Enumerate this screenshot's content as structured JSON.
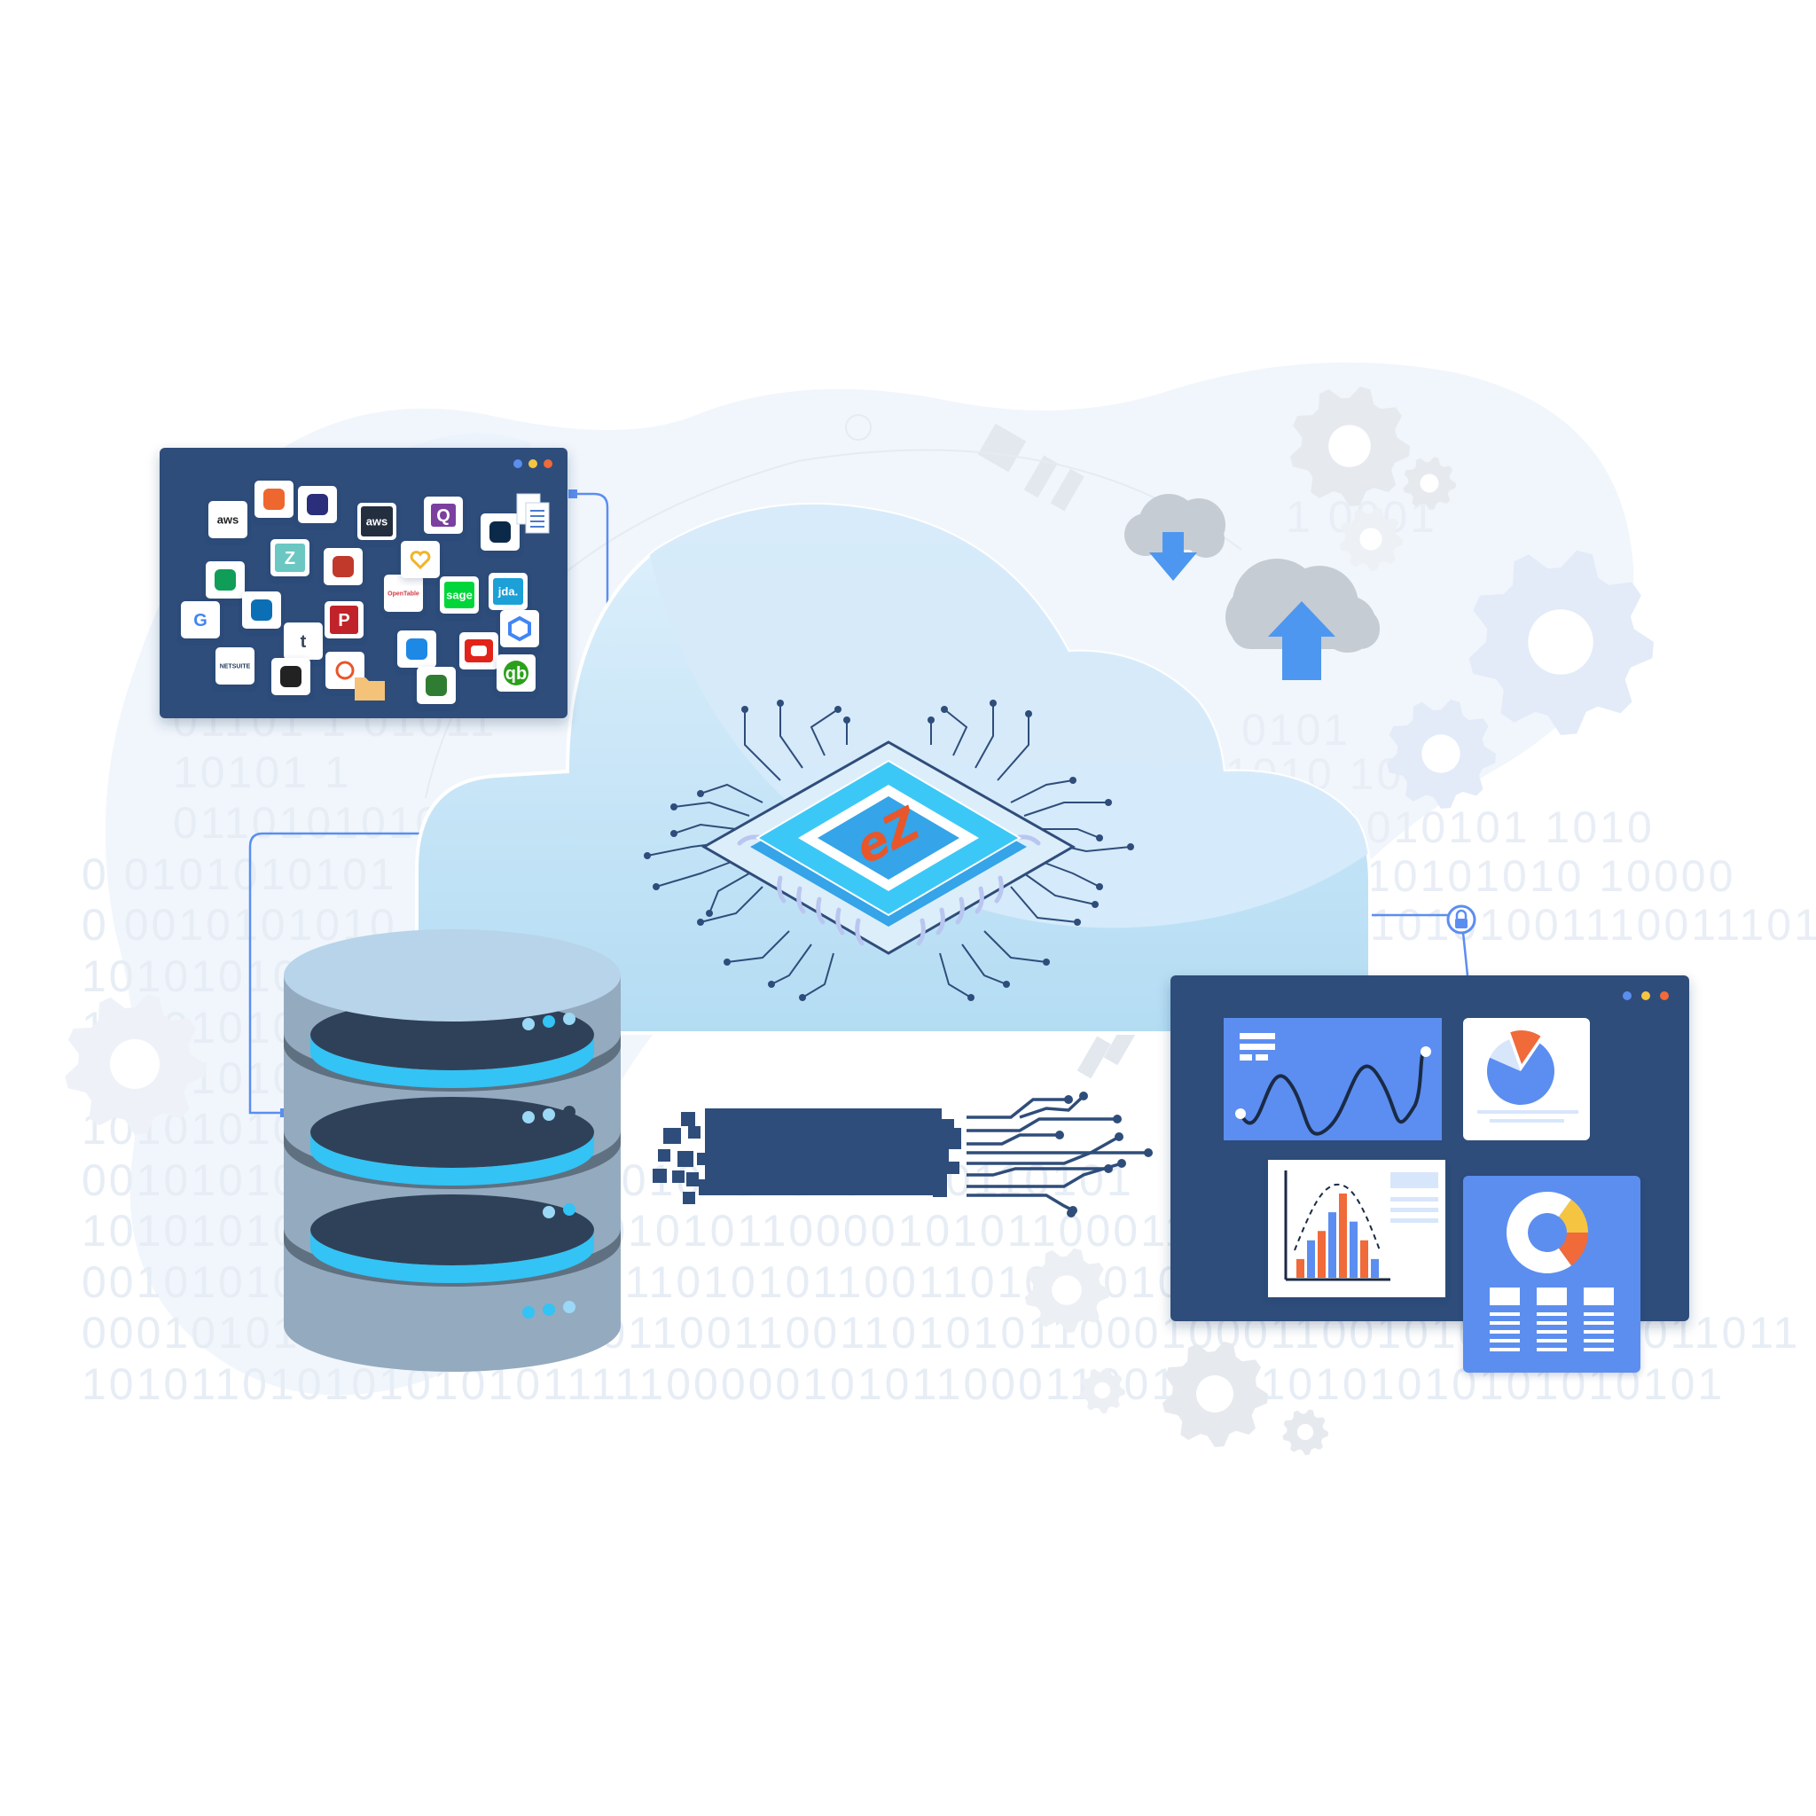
{
  "colors": {
    "panel": "#2f4d7a",
    "accent": "#5b8ef0",
    "cyan": "#33c3f5",
    "cloud": "#cfe6f7",
    "db_gray": "#94aabf",
    "chip_logo": "#e8562a",
    "orange": "#f06a3a",
    "yellow": "#f5c542"
  },
  "binary_rows": [
    "01101   1 01011",
    "10101   1",
    "0110101010101",
    "0 0101010101",
    "0 0010101010",
    "1010101010",
    "10101010101",
    "00101010101010",
    "10101010101010",
    "001010101010101100110101010101100110101",
    "101010101010101000001010110000101011000110",
    "0010101010101010110011010101100110101101010101",
    "0001010101010101010011001100110101011000100011001010101110011011",
    "1010110101010101011111000001010110001100101010101010101010101"
  ],
  "right_binary_rows": [
    "1 0001",
    "0101",
    "101010  1000",
    "1010101  1010",
    "10101010  10000",
    "10101001110011101"
  ],
  "chip": {
    "logo_text": "eZ",
    "logo_color": "#e8562a"
  },
  "cloud_icons": [
    "cloud-download-icon",
    "cloud-upload-icon"
  ],
  "gear_icons": [
    "gear-icon",
    "gear-icon",
    "gear-icon",
    "gear-icon",
    "gear-icon",
    "gear-icon",
    "gear-icon",
    "gear-icon"
  ],
  "source_window": {
    "window_dots": [
      "#5b8ef0",
      "#f5c542",
      "#f06a3a"
    ],
    "tiles": [
      {
        "icon": "aws-logo-icon",
        "text": "aws",
        "color": "#222222"
      },
      {
        "icon": "magento-logo-icon",
        "text": "",
        "color": "#ee672f"
      },
      {
        "icon": "analytics-logo-icon",
        "text": "",
        "color": "#2b2e7a"
      },
      {
        "icon": "aws-marketplace-logo-icon",
        "text": "aws",
        "color": "#232f3e"
      },
      {
        "icon": "qlik-logo-icon",
        "text": "Q",
        "color": "#7b3fa0"
      },
      {
        "icon": "dynamics-logo-icon",
        "text": "",
        "color": "#0b2a4a"
      },
      {
        "icon": "document-icon",
        "text": "",
        "color": "#4a7bd0"
      },
      {
        "icon": "zendesk-logo-icon",
        "text": "Z",
        "color": "#6ac7c2"
      },
      {
        "icon": "sql-logo-icon",
        "text": "",
        "color": "#c0392b"
      },
      {
        "icon": "opentable-logo-icon",
        "text": "OpenTable",
        "color": "#da3743"
      },
      {
        "icon": "heart-logo-icon",
        "text": "",
        "color": "#f0b429"
      },
      {
        "icon": "sage-logo-icon",
        "text": "sage",
        "color": "#00d639"
      },
      {
        "icon": "jda-logo-icon",
        "text": "jda.",
        "color": "#1ba0d8"
      },
      {
        "icon": "sheets-logo-icon",
        "text": "",
        "color": "#0f9d58"
      },
      {
        "icon": "sharepoint-logo-icon",
        "text": "",
        "color": "#0b6fb5"
      },
      {
        "icon": "google-logo-icon",
        "text": "G",
        "color": "#4285f4"
      },
      {
        "icon": "tumblr-logo-icon",
        "text": "t",
        "color": "#35465c"
      },
      {
        "icon": "pipedrive-logo-icon",
        "text": "P",
        "color": "#c0242a"
      },
      {
        "icon": "analytics-bars-logo-icon",
        "text": "",
        "color": "#1e88e5"
      },
      {
        "icon": "oracle-logo-icon",
        "text": "",
        "color": "#e2231a"
      },
      {
        "icon": "gcp-logo-icon",
        "text": "",
        "color": "#4285f4"
      },
      {
        "icon": "netsuite-logo-icon",
        "text": "NETSUITE",
        "color": "#1f3b5c"
      },
      {
        "icon": "mailchimp-logo-icon",
        "text": "",
        "color": "#222222"
      },
      {
        "icon": "chat-logo-icon",
        "text": "",
        "color": "#e8562a"
      },
      {
        "icon": "folder-icon",
        "text": "",
        "color": "#f5c27a"
      },
      {
        "icon": "uipath-logo-icon",
        "text": "",
        "color": "#2f7d32"
      },
      {
        "icon": "quickbooks-logo-icon",
        "text": "qb",
        "color": "#2ca01c"
      }
    ]
  },
  "dashboard_window": {
    "window_dots": [
      "#5b8ef0",
      "#f5c542",
      "#f06a3a"
    ],
    "wave_card": {
      "color": "#5b8ef0"
    },
    "pie_card": {
      "slices": [
        0.72,
        0.13,
        0.15
      ],
      "colors": [
        "#5b8ef0",
        "#d8e6fb",
        "#f06a3a"
      ]
    },
    "histogram_card": {
      "bars": [
        2,
        4,
        5,
        7,
        9,
        6,
        4,
        2
      ],
      "colors": [
        "#f06a3a",
        "#5b8ef0"
      ]
    },
    "donut_card": {
      "slices": [
        0.7,
        0.15,
        0.15
      ],
      "colors": [
        "#ffffff",
        "#f5c542",
        "#f06a3a"
      ]
    },
    "lock_icon": "lock-icon"
  }
}
